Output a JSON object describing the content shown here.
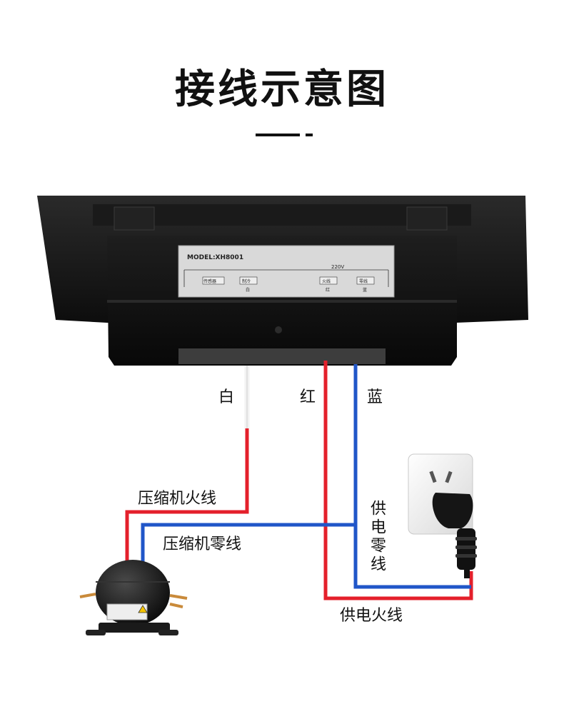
{
  "title": "接线示意图",
  "plate": {
    "model": "MODEL:XH8001",
    "voltage": "220V",
    "terminals": [
      "传感器",
      "制冷",
      "火线",
      "零线"
    ],
    "terminal_colors": [
      "白",
      "红",
      "蓝"
    ]
  },
  "wires": {
    "white": "白",
    "red": "红",
    "blue": "蓝",
    "compressor_live": "压缩机火线",
    "compressor_neutral": "压缩机零线",
    "supply_neutral": "供电零线",
    "supply_live": "供电火线"
  },
  "colors": {
    "red_wire": "#e4202b",
    "blue_wire": "#2056c8",
    "white_wire": "#f5f5f5"
  }
}
